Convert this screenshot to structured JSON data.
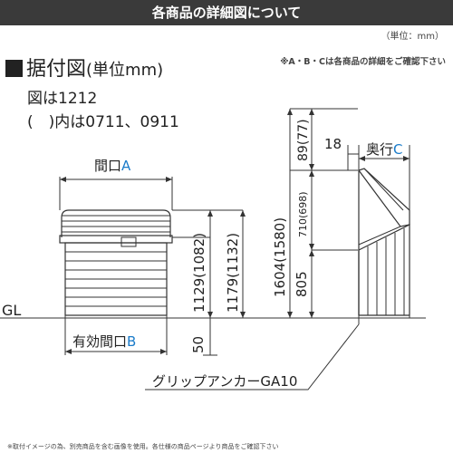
{
  "header": {
    "title": "各商品の詳細図について"
  },
  "unit_note": "（単位：mm）",
  "abc_note": "※A・B・Cは各商品の詳細をご確認下さい",
  "section": {
    "title": "据付図",
    "unit": "(単位mm)"
  },
  "figure_note": {
    "line1": "図は1212",
    "line2": "(　)内は0711、0911"
  },
  "labels": {
    "width_prefix": "間口",
    "width_letter": "A",
    "effective_prefix": "有効間口",
    "effective_letter": "B",
    "depth_prefix": "奥行",
    "depth_letter": "C",
    "gl": "GL",
    "anchor": "グリップアンカーGA10"
  },
  "dimensions": {
    "h1129": "1129(1082)",
    "h1179": "1179(1132)",
    "h1604": "1604(1580)",
    "h89": "89(77)",
    "h710": "710(698)",
    "h805": "805",
    "h50": "50",
    "d18": "18"
  },
  "footer": "※取付イメージの為、別売商品を含む画像を使用。各仕様の商品ページより商品をご確認下さい",
  "colors": {
    "accent": "#1a7bc9",
    "header_bg": "#3a3a3a",
    "line": "#333333"
  }
}
